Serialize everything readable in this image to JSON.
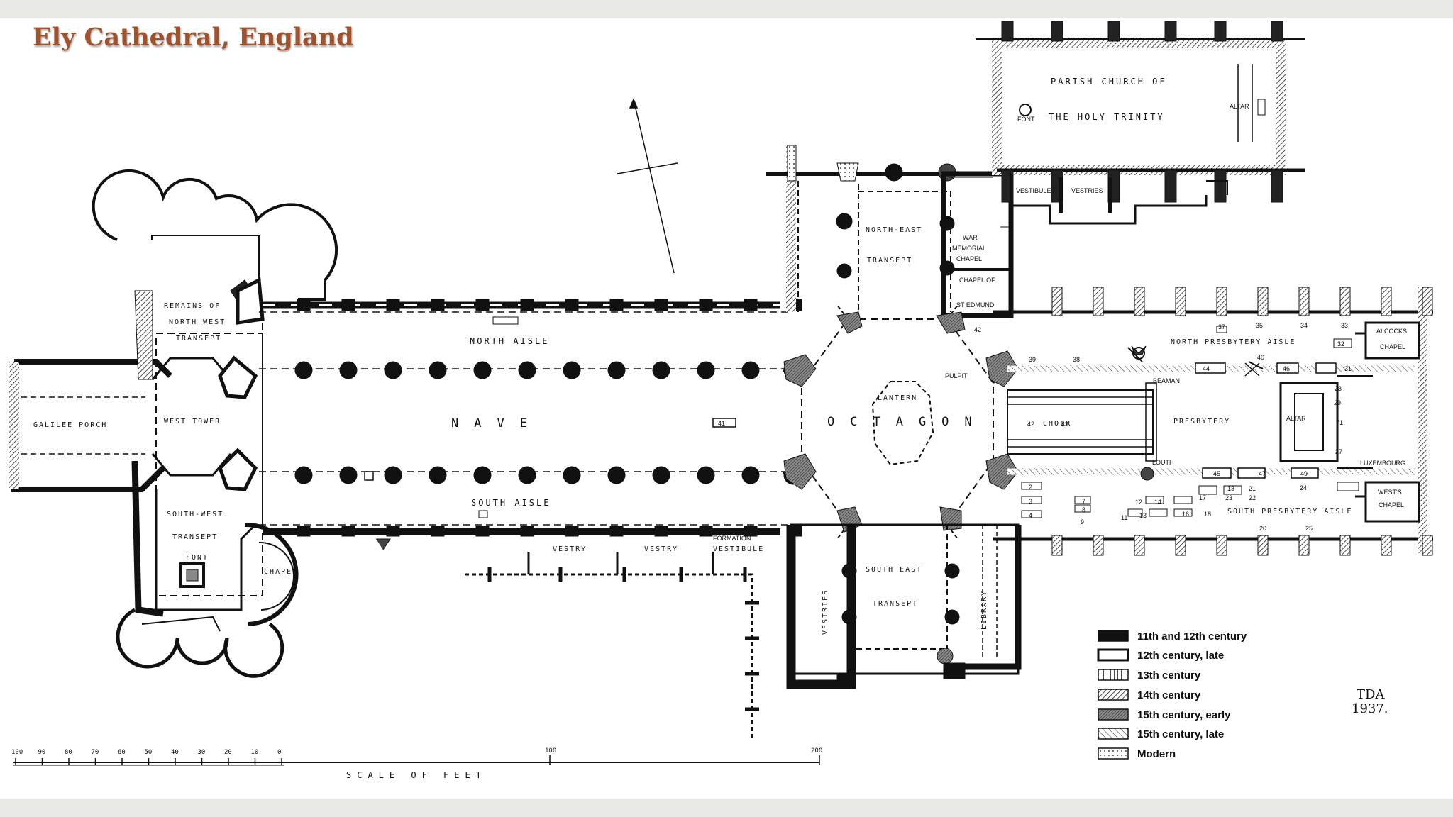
{
  "title": "Ely Cathedral, England",
  "labels": {
    "remains_1": "REMAINS OF",
    "remains_2": "NORTH WEST",
    "remains_3": "TRANSEPT",
    "galilee_porch": "GALILEE  PORCH",
    "west_tower": "WEST TOWER",
    "south_west_1": "SOUTH-WEST",
    "south_west_2": "TRANSEPT",
    "font": "FONT",
    "sw_chapel": "CHAPEL",
    "north_aisle": "NORTH   AISLE",
    "nave": "NAVE",
    "south_aisle": "SOUTH   AISLE",
    "n41": "41",
    "vestry_1": "VESTRY",
    "vestry_2": "VESTRY",
    "formation": "FORMATION",
    "vestibule": "VESTIBULE",
    "ne_transept_1": "NORTH-EAST",
    "ne_transept_2": "TRANSEPT",
    "war_1": "WAR",
    "war_2": "MEMORIAL",
    "war_3": "CHAPEL",
    "edmund_1": "CHAPEL OF",
    "edmund_2": "ST EDMUND",
    "parish_1": "PARISH  CHURCH  OF",
    "parish_2": "THE   HOLY   TRINITY",
    "font_parish": "FONT",
    "altar_parish": "ALTAR",
    "vestibule_parish": "VESTIBULE",
    "vestries_parish": "VESTRIES",
    "lantern": "LANTERN",
    "octagon": "OCTAGON",
    "pulpit": "PULPIT",
    "se_transept_1": "SOUTH EAST",
    "se_transept_2": "TRANSEPT",
    "vestries": "VESTRIES",
    "library": "LIBRARY",
    "north_presbytery": "NORTH PRESBYTERY  AISLE",
    "choir": "CHOIR",
    "presbytery": "PRESBYTERY",
    "altar": "ALTAR",
    "south_presbytery": "SOUTH PRESBYTERY  AISLE",
    "beaman": "BEAMAN",
    "louth": "LOUTH",
    "alcocks_1": "ALCOCKS",
    "alcocks_2": "CHAPEL",
    "wests_1": "WEST'S",
    "wests_2": "CHAPEL",
    "luxembourg": "LUXEMBOURG",
    "n42a": "42",
    "n39": "39",
    "n38": "38",
    "n37": "37",
    "n35": "35",
    "n34": "34",
    "n33": "33",
    "n32": "32",
    "n44": "44",
    "n40": "40",
    "n46": "46",
    "n31": "31",
    "n42": "42",
    "n43": "43",
    "n28": "28",
    "n29": "29",
    "n71": "71",
    "n27": "27",
    "n45": "45",
    "n47": "47",
    "n49": "49",
    "n24": "24",
    "n2": "2",
    "n3": "3",
    "n4": "4",
    "n7": "7",
    "n8": "8",
    "n9": "9",
    "n11": "11",
    "n12": "12",
    "n14": "14",
    "n17": "17",
    "n13": "13",
    "n21": "21",
    "n23": "23",
    "n22": "22",
    "n16": "16",
    "n18": "18",
    "n13b": "13",
    "n25": "25",
    "n20": "20"
  },
  "legend": [
    "11th and 12th century",
    "12th century, late",
    "13th century",
    "14th century",
    "15th century, early",
    "15th century, late",
    "Modern"
  ],
  "signature": {
    "initials": "TDA",
    "year": "1937."
  },
  "scale": {
    "title": "SCALE OF FEET",
    "ticks": [
      "100",
      "90",
      "80",
      "70",
      "60",
      "50",
      "40",
      "30",
      "20",
      "10",
      "0"
    ],
    "mid": "100",
    "end": "200"
  }
}
